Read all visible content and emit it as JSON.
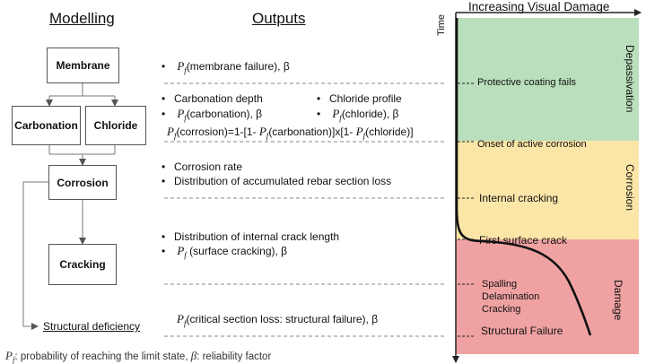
{
  "headers": {
    "modelling": "Modelling",
    "outputs": "Outputs",
    "damage": "Increasing  Visual  Damage",
    "time": "Time"
  },
  "boxes": {
    "membrane": "Membrane",
    "carbonation": "Carbonation",
    "chloride": "Chloride",
    "corrosion": "Corrosion",
    "cracking": "Cracking",
    "structural": "Structural deficiency"
  },
  "pf_symbol": "P",
  "pf_sub": "f",
  "outputs": {
    "membrane": "(membrane failure), β",
    "carb_depth": "Carbonation depth",
    "chloride_profile": "Chloride profile",
    "pf_carb": "(carbonation), β",
    "pf_chloride": "(chloride), β",
    "corr_eq_1": "(corrosion)=1-[1- ",
    "corr_eq_2": "(carbonation)]x[1- ",
    "corr_eq_3": "(chloride)]",
    "corrosion_rate": "Corrosion rate",
    "rebar_loss": "Distribution of accumulated rebar section loss",
    "crack_length": "Distribution of internal crack length",
    "pf_surface": " (surface cracking), β",
    "pf_structural": "(critical section loss: structural failure), β"
  },
  "footnote": {
    "text1": ": probability of reaching the limit state,  ",
    "beta": "β",
    "text2": ": reliability factor"
  },
  "stages": {
    "depassivation": "Depassivation",
    "corrosion": "Corrosion",
    "damage": "Damage"
  },
  "events": {
    "coating": "Protective coating fails",
    "active": "Onset of active corrosion",
    "internal": "Internal cracking",
    "surface": "First surface crack",
    "spalling": "Spalling",
    "delamination": "Delamination",
    "cracking": "Cracking",
    "failure": "Structural Failure"
  },
  "colors": {
    "depassivation": "#b9dfbc",
    "corrosion": "#fbe6a7",
    "damage": "#f0a2a2"
  }
}
